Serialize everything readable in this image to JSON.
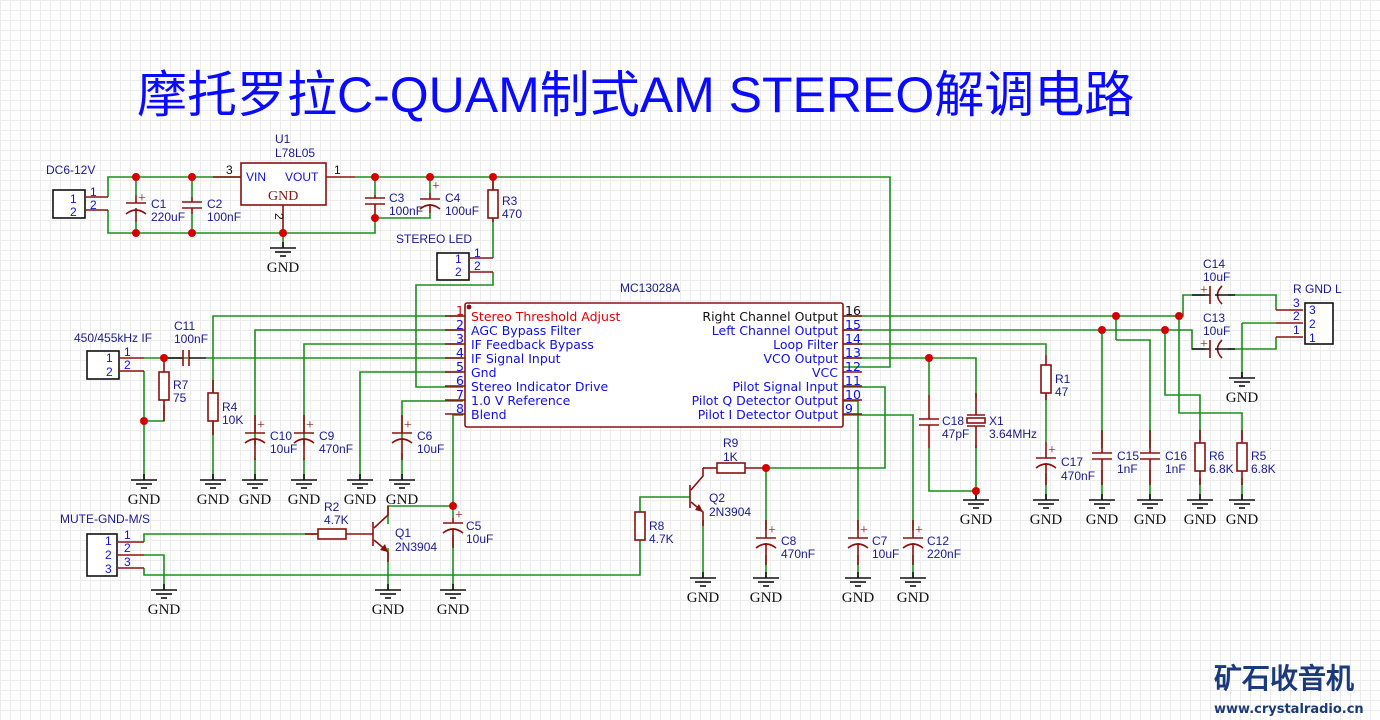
{
  "title": "摩托罗拉C-QUAM制式AM STEREO解调电路",
  "gnd_label": "GND",
  "colors": {
    "wire": "#1a8f1a",
    "part": "#8b1010",
    "label": "#1a1a8c",
    "title": "#0a0aff",
    "junction": "#d40000",
    "pin1": "#e00000"
  },
  "ic": {
    "ref": "MC13028A",
    "left_pins": [
      {
        "num": "1",
        "name": "Stereo Threshold Adjust",
        "highlight": true
      },
      {
        "num": "2",
        "name": "AGC Bypass Filter"
      },
      {
        "num": "3",
        "name": "IF Feedback Bypass"
      },
      {
        "num": "4",
        "name": "IF Signal Input"
      },
      {
        "num": "5",
        "name": "Gnd"
      },
      {
        "num": "6",
        "name": "Stereo Indicator Drive"
      },
      {
        "num": "7",
        "name": "1.0 V Reference"
      },
      {
        "num": "8",
        "name": "Blend"
      }
    ],
    "right_pins": [
      {
        "num": "16",
        "name": "Right Channel Output",
        "dark": true
      },
      {
        "num": "15",
        "name": "Left Channel Output"
      },
      {
        "num": "14",
        "name": "Loop Filter"
      },
      {
        "num": "13",
        "name": "VCO Output"
      },
      {
        "num": "12",
        "name": "VCC"
      },
      {
        "num": "11",
        "name": "Pilot Signal Input"
      },
      {
        "num": "10",
        "name": "Pilot Q Detector Output"
      },
      {
        "num": "9",
        "name": "Pilot I Detector Output"
      }
    ]
  },
  "regulator": {
    "ref": "U1",
    "value": "L78L05",
    "vin": "VIN",
    "vout": "VOUT",
    "gnd": "GND",
    "pin_in": "3",
    "pin_out": "1",
    "pin_gnd": "2"
  },
  "connectors": {
    "power": {
      "label": "DC6-12V",
      "pins": [
        "1",
        "2"
      ]
    },
    "stereo_led": {
      "label": "STEREO LED",
      "pins": [
        "1",
        "2"
      ]
    },
    "if_input": {
      "label": "450/455kHz IF",
      "pins": [
        "1",
        "2"
      ]
    },
    "mute": {
      "label": "MUTE-GND-M/S",
      "pins": [
        "1",
        "2",
        "3"
      ]
    },
    "output": {
      "label": "R GND L",
      "pins": [
        "3",
        "2",
        "1"
      ]
    }
  },
  "components": {
    "C1": {
      "ref": "C1",
      "value": "220uF"
    },
    "C2": {
      "ref": "C2",
      "value": "100nF"
    },
    "C3": {
      "ref": "C3",
      "value": "100nF"
    },
    "C4": {
      "ref": "C4",
      "value": "100uF"
    },
    "R3": {
      "ref": "R3",
      "value": "470"
    },
    "C11": {
      "ref": "C11",
      "value": "100nF"
    },
    "R7": {
      "ref": "R7",
      "value": "75"
    },
    "R4": {
      "ref": "R4",
      "value": "10K"
    },
    "C10": {
      "ref": "C10",
      "value": "10uF"
    },
    "C9": {
      "ref": "C9",
      "value": "470nF"
    },
    "C6": {
      "ref": "C6",
      "value": "10uF"
    },
    "R2": {
      "ref": "R2",
      "value": "4.7K"
    },
    "Q1": {
      "ref": "Q1",
      "value": "2N3904"
    },
    "C5": {
      "ref": "C5",
      "value": "10uF"
    },
    "R8": {
      "ref": "R8",
      "value": "4.7K"
    },
    "Q2": {
      "ref": "Q2",
      "value": "2N3904"
    },
    "R9": {
      "ref": "R9",
      "value": "1K"
    },
    "C8": {
      "ref": "C8",
      "value": "470nF"
    },
    "C7": {
      "ref": "C7",
      "value": "10uF"
    },
    "C12": {
      "ref": "C12",
      "value": "220nF"
    },
    "C18": {
      "ref": "C18",
      "value": "47pF"
    },
    "X1": {
      "ref": "X1",
      "value": "3.64MHz"
    },
    "R1": {
      "ref": "R1",
      "value": "47"
    },
    "C17": {
      "ref": "C17",
      "value": "470nF"
    },
    "C15": {
      "ref": "C15",
      "value": "1nF"
    },
    "C16": {
      "ref": "C16",
      "value": "1nF"
    },
    "R6": {
      "ref": "R6",
      "value": "6.8K"
    },
    "R5": {
      "ref": "R5",
      "value": "6.8K"
    },
    "C14": {
      "ref": "C14",
      "value": "10uF"
    },
    "C13": {
      "ref": "C13",
      "value": "10uF"
    }
  },
  "logo": {
    "name": "矿石收音机",
    "url": "www.crystalradio.cn"
  }
}
